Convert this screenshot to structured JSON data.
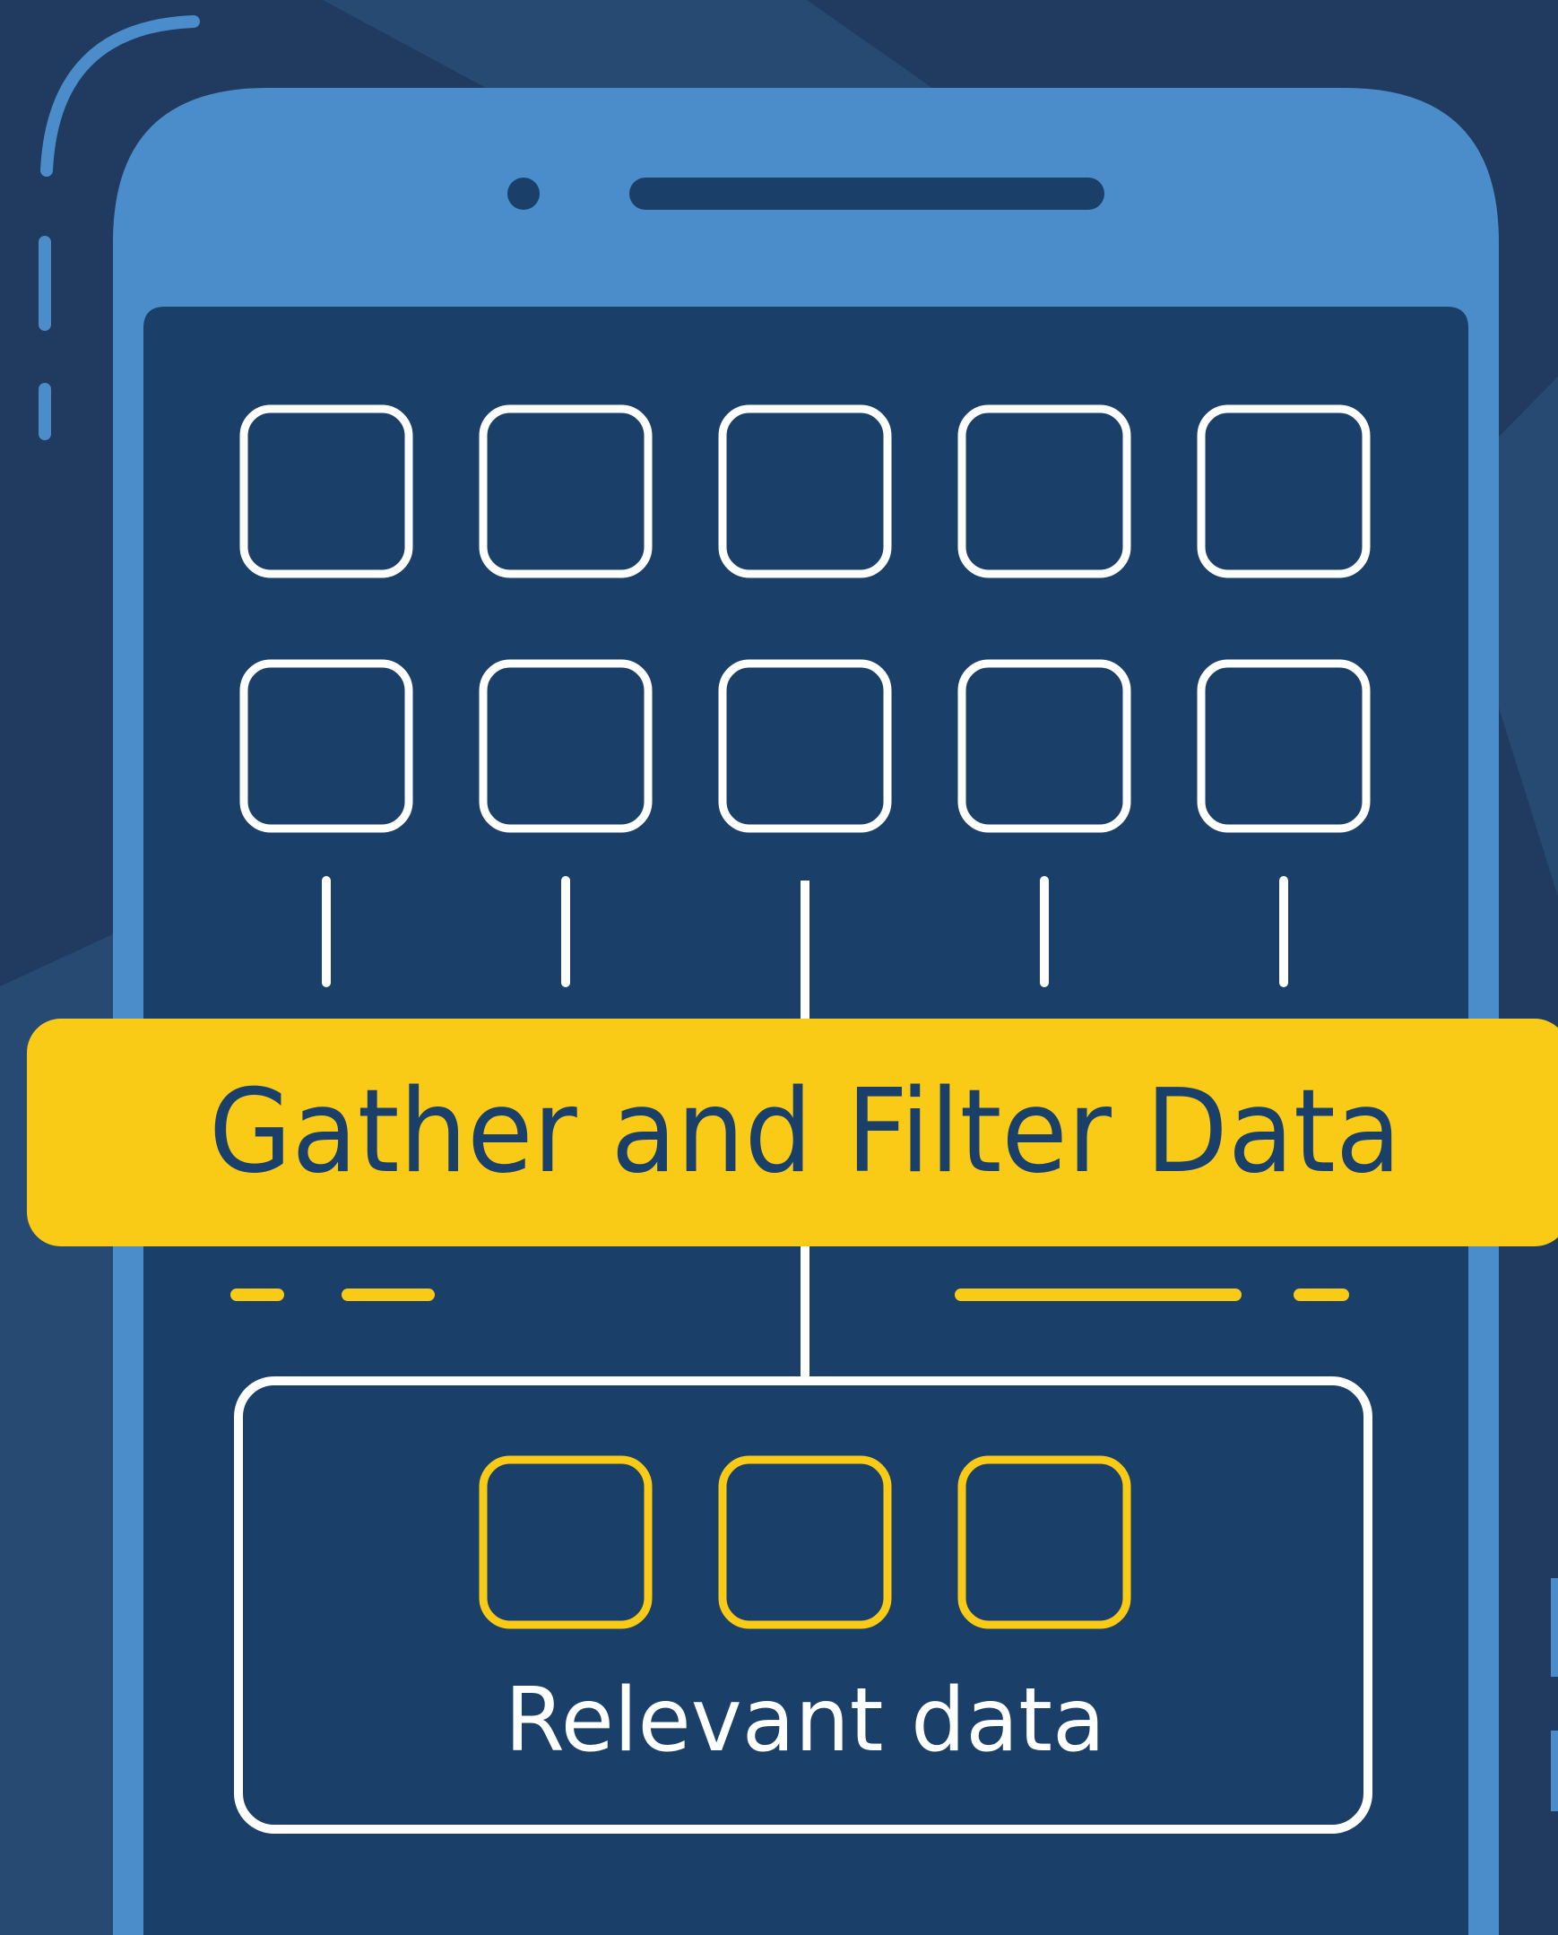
{
  "banner": {
    "label": "Gather and Filter Data"
  },
  "result": {
    "label": "Relevant data"
  },
  "colors": {
    "background": "#203a60",
    "background_shape": "#264a72",
    "phone_body": "#4a8dca",
    "screen": "#1a3f68",
    "outline": "#ffffff",
    "accent": "#f9cb16",
    "banner_text": "#1a3f68"
  },
  "input_items": 10,
  "relevant_items": 3
}
